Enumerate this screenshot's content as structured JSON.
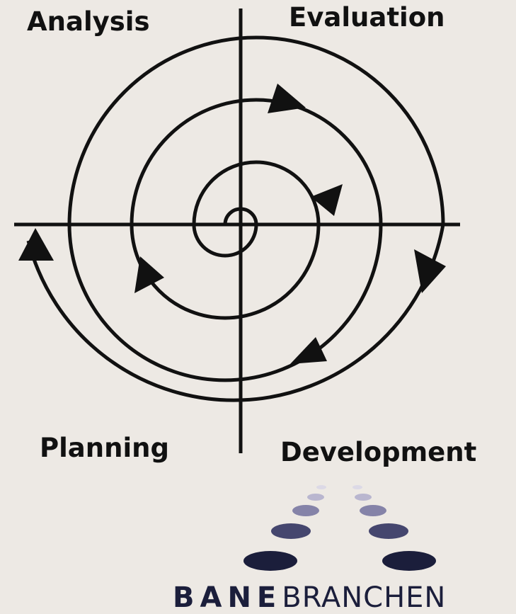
{
  "diagram": {
    "quadrants": {
      "top_left": "Analysis",
      "top_right": "Evaluation",
      "bottom_left": "Planning",
      "bottom_right": "Development"
    }
  },
  "logo": {
    "word_bold": "BANE",
    "word_light": "BRANCHEN",
    "color": "#1b1e3b"
  },
  "colors": {
    "background": "#ede9e4",
    "ink": "#111111"
  }
}
